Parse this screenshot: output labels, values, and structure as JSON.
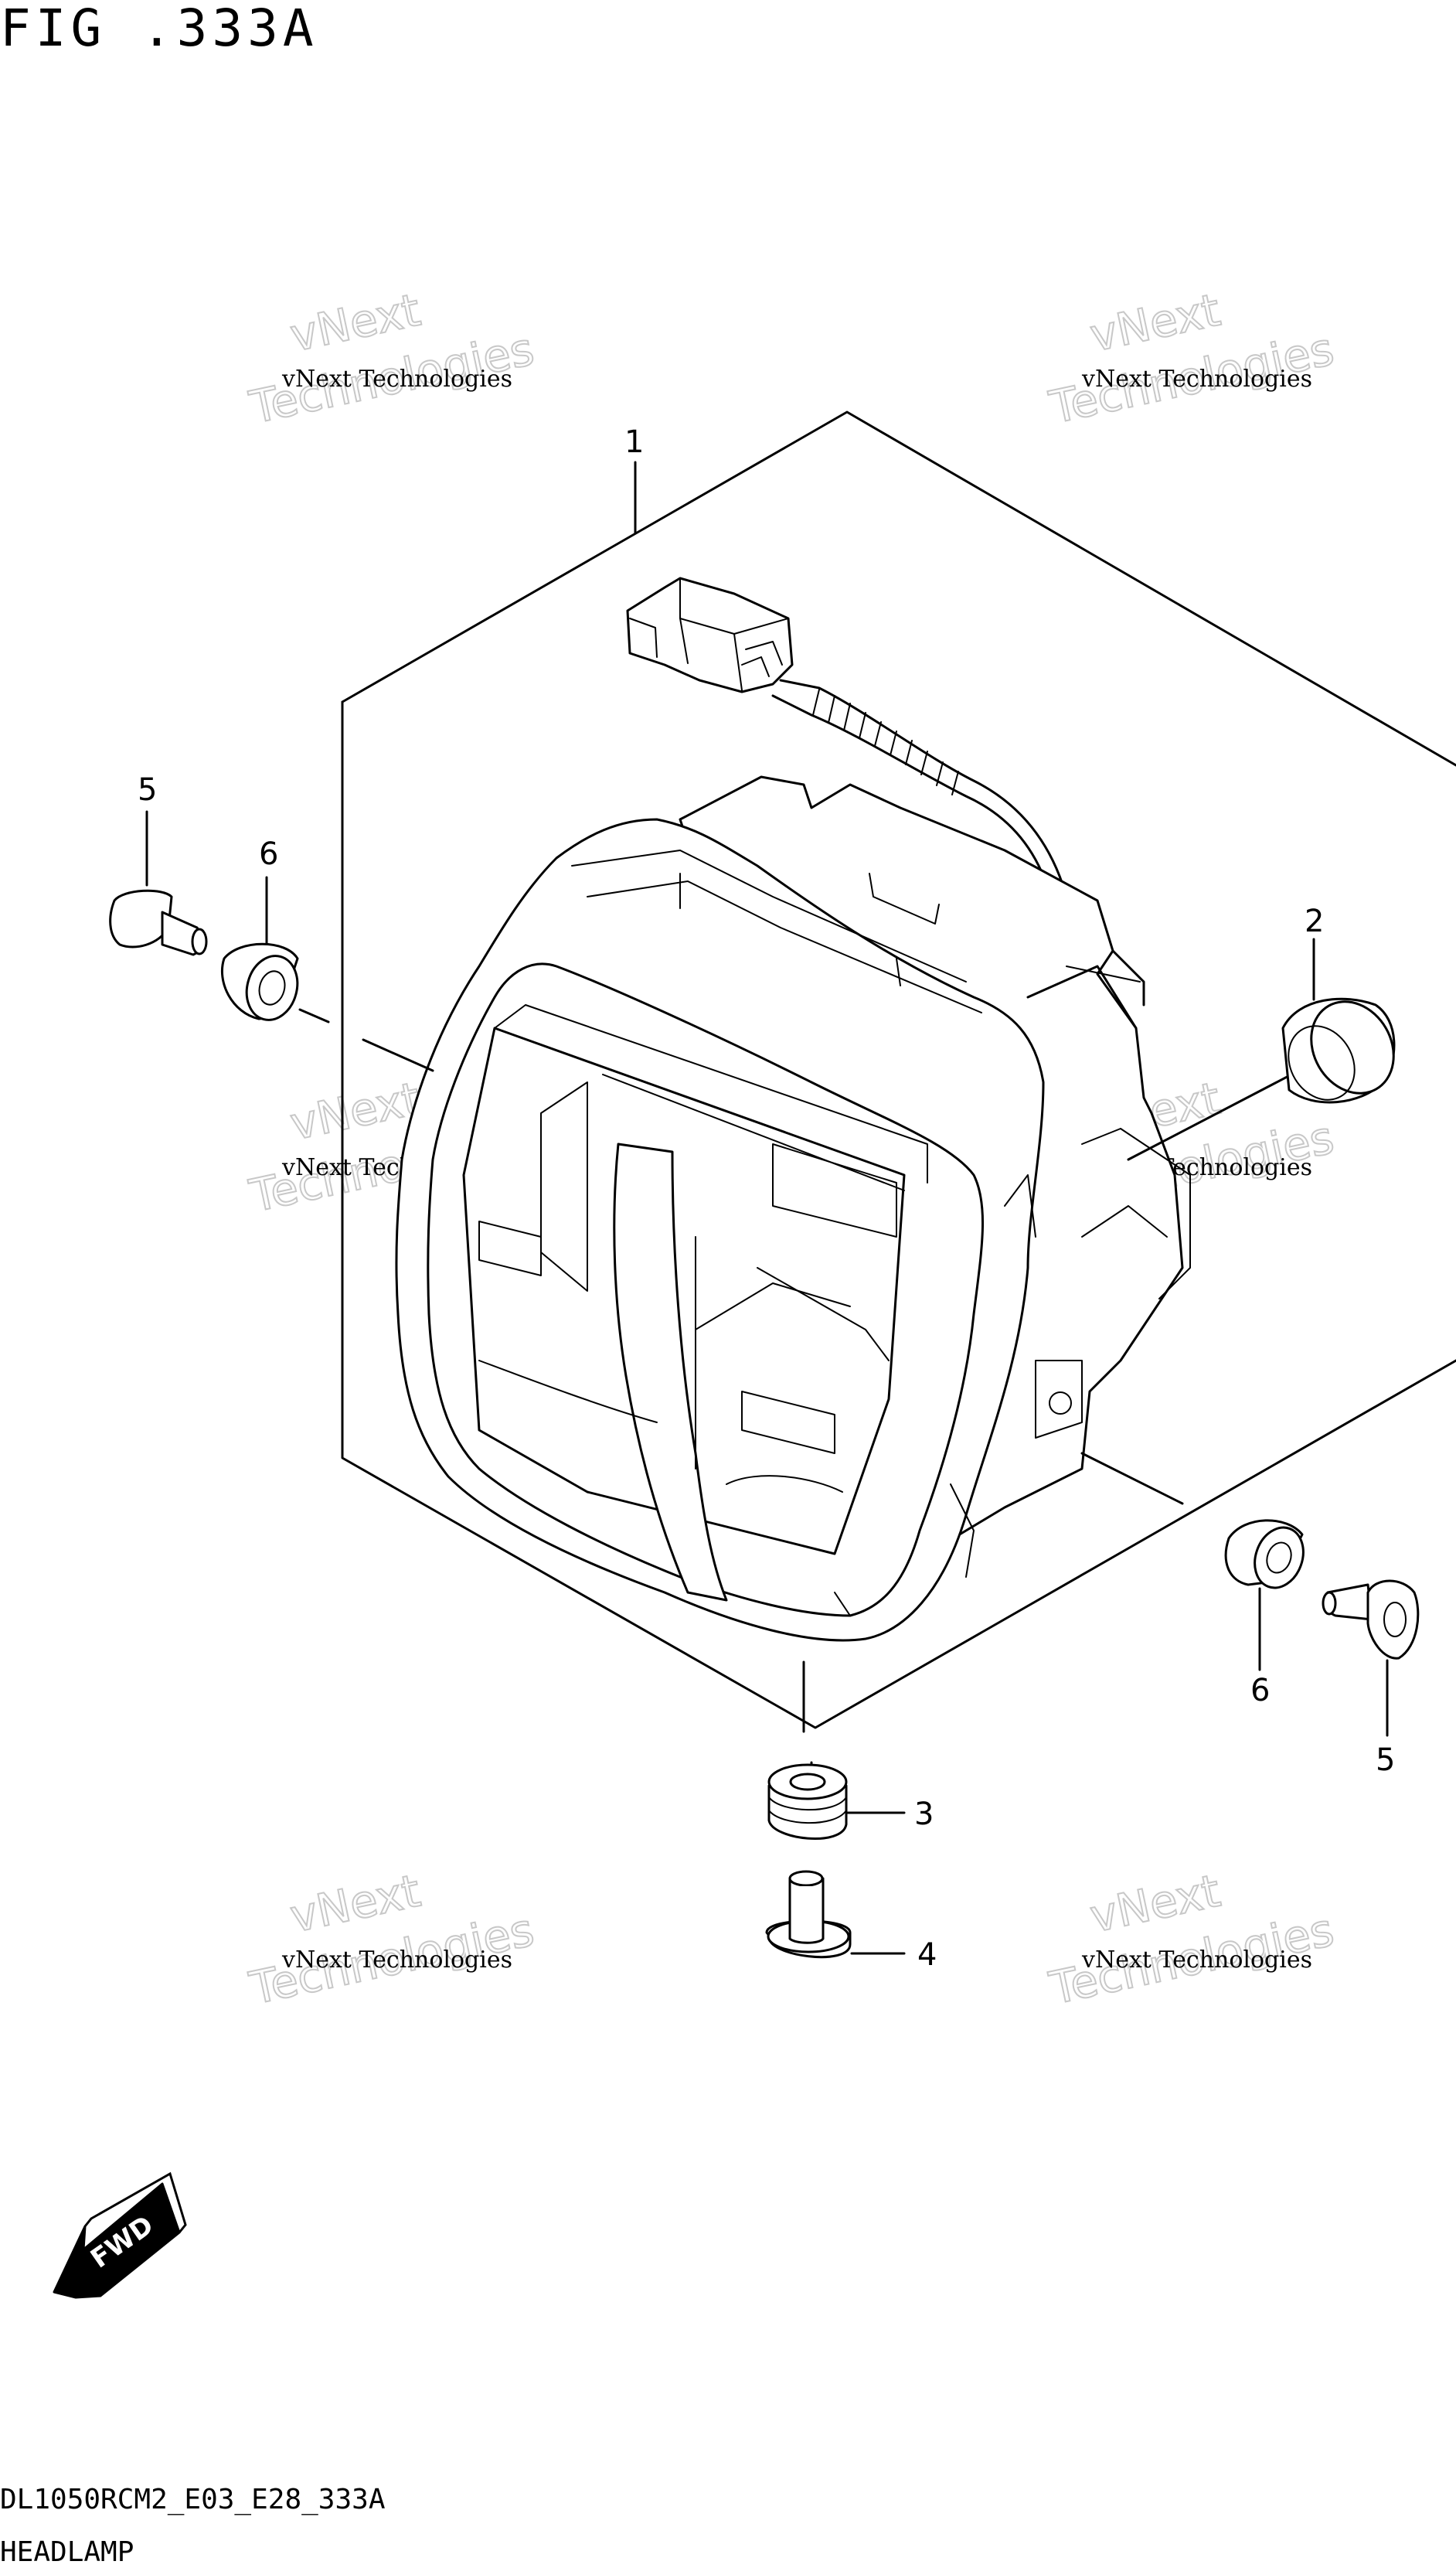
{
  "figure": {
    "title": "FIG .333A",
    "drawing_code": "DL1050RCM2_E03_E28_333A",
    "name": "HEADLAMP"
  },
  "callouts": {
    "c1": "1",
    "c2": "2",
    "c3": "3",
    "c4": "4",
    "c5_left": "5",
    "c6_left": "6",
    "c6_right": "6",
    "c5_right": "5"
  },
  "watermark": {
    "small": "vNext Technologies",
    "big_top": "vNext",
    "big_bottom": "Technologies"
  },
  "direction_arrow": {
    "label": "FWD"
  }
}
